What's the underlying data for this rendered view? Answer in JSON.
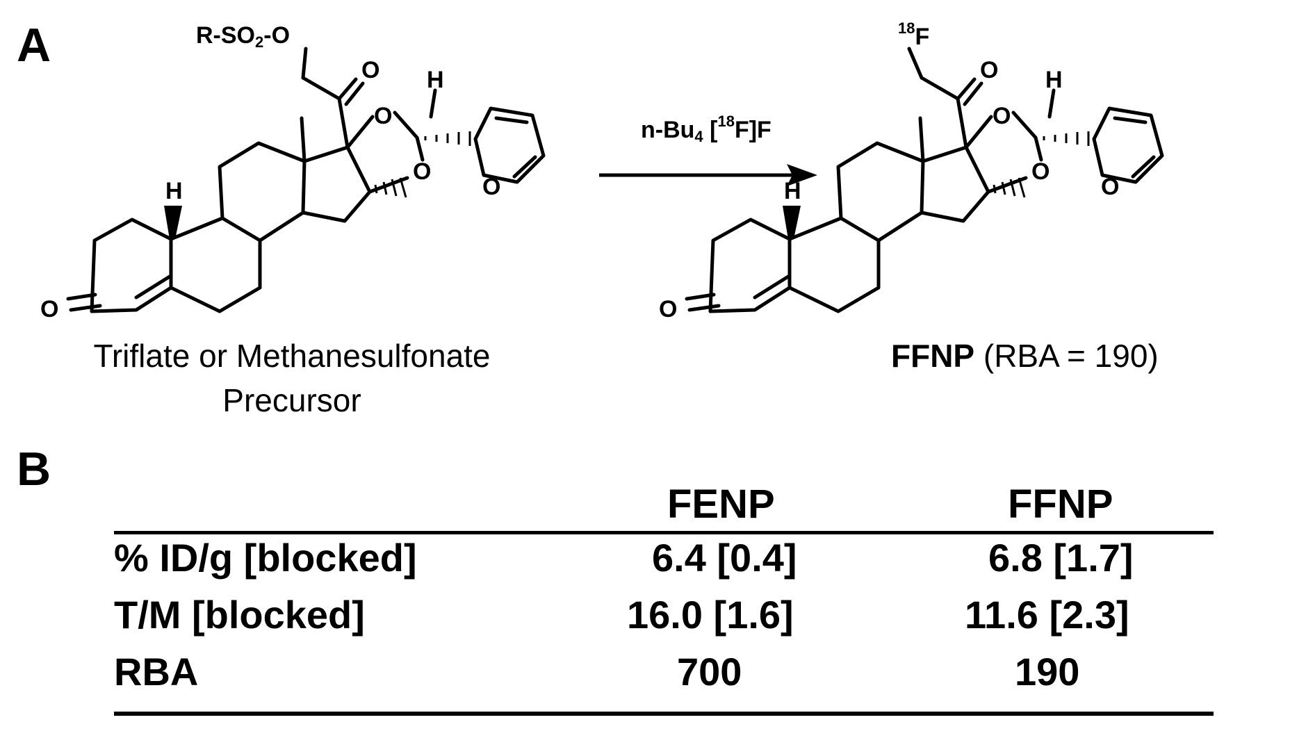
{
  "panels": {
    "a_label": "A",
    "b_label": "B"
  },
  "scheme": {
    "precursor": {
      "leaving_group_parts": [
        "R-SO",
        "2",
        "-O"
      ],
      "oxygen_labels": [
        "O",
        "O",
        "O",
        "O",
        "O"
      ],
      "h_labels": [
        "H",
        "H"
      ],
      "caption_line1": "Triflate or Methanesulfonate",
      "caption_line2": "Precursor"
    },
    "reagent": {
      "parts": [
        "n-Bu",
        "4",
        " [",
        "18",
        "F]F"
      ]
    },
    "product": {
      "isotope_parts": [
        "18",
        "F"
      ],
      "oxygen_labels": [
        "O",
        "O",
        "O",
        "O",
        "O"
      ],
      "h_labels": [
        "H",
        "H"
      ],
      "name": "FFNP",
      "rba_note": " (RBA = 190)"
    }
  },
  "table": {
    "columns": [
      "FENP",
      "FFNP"
    ],
    "rows": [
      {
        "label": "% ID/g [blocked]",
        "fenp": "6.4 [0.4]",
        "ffnp": "6.8 [1.7]"
      },
      {
        "label": "T/M [blocked]",
        "fenp": "16.0 [1.6]",
        "ffnp": "11.6 [2.3]"
      },
      {
        "label": "RBA",
        "fenp": "700",
        "ffnp": "190"
      }
    ]
  }
}
